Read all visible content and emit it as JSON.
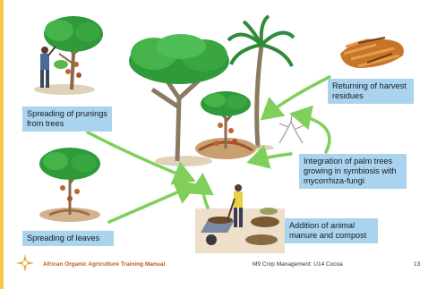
{
  "labels": {
    "prunings": "Spreading of prunings from trees",
    "leaves": "Spreading of leaves",
    "residues": "Returning of harvest residues",
    "palm": "Integration of palm trees growing in symbiosis with mycorrhiza-fungi",
    "manure": "Addition of animal manure and compost"
  },
  "footer": {
    "manual_title": "African Organic Agriculture Training Manual",
    "module": "M9 Crop Management: U14 Cocoa",
    "page_number": "13"
  },
  "colors": {
    "label_bg": "#a9d3ef",
    "arrow": "#7fcf5a",
    "accent_bar": "#f3c94a",
    "footer_brand": "#c05a1a"
  },
  "icons": [
    "farmer-pruning-illustration",
    "cocoa-tree-illustration",
    "large-shade-tree-illustration",
    "palm-tree-illustration",
    "harvest-residues-illustration",
    "mycorrhiza-fungi-illustration",
    "farmer-wheelbarrow-illustration",
    "logo-icon"
  ]
}
